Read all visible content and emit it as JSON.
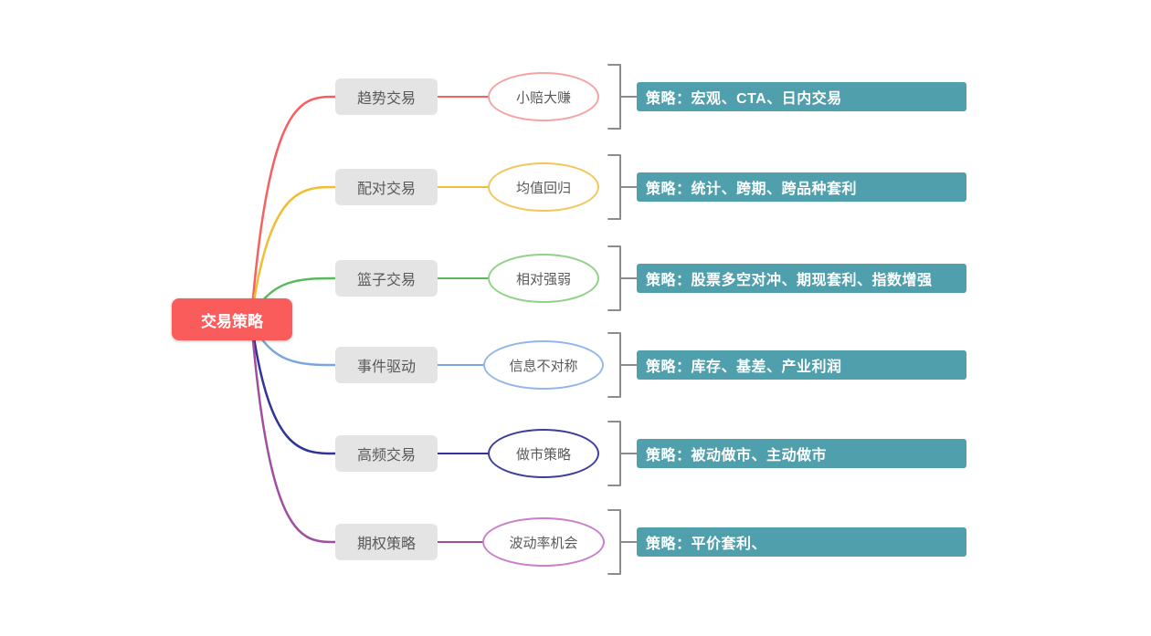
{
  "root": {
    "label": "交易策略",
    "color": "#fa5b5b"
  },
  "ui": {
    "background": "#ffffff",
    "topic_bg": "#e4e4e4",
    "topic_text_color": "#595959",
    "summary_bg": "#4f9fad",
    "summary_text_color": "#ffffff",
    "bracket_color": "#8c8c8c"
  },
  "branches": [
    {
      "label": "趋势交易",
      "color": "#f66060",
      "ellipse_label": "小赔大赚",
      "ellipse_color": "#f6a3a3",
      "summary": "策略：宏观、CTA、日内交易"
    },
    {
      "label": "配对交易",
      "color": "#f2bc33",
      "ellipse_label": "均值回归",
      "ellipse_color": "#f1c75b",
      "summary": "策略：统计、跨期、跨品种套利"
    },
    {
      "label": "篮子交易",
      "color": "#58b85c",
      "ellipse_label": "相对强弱",
      "ellipse_color": "#8fd285",
      "summary": "策略：股票多空对冲、期现套利、指数增强"
    },
    {
      "label": "事件驱动",
      "color": "#7aa6e0",
      "ellipse_label": "信息不对称",
      "ellipse_color": "#94b6ec",
      "summary": "策略：库存、基差、产业利润"
    },
    {
      "label": "高频交易",
      "color": "#32329b",
      "ellipse_label": "做市策略",
      "ellipse_color": "#3d3da0",
      "summary": "策略：被动做市、主动做市"
    },
    {
      "label": "期权策略",
      "color": "#a04fa0",
      "ellipse_label": "波动率机会",
      "ellipse_color": "#c97fc9",
      "summary": "策略：平价套利、"
    }
  ]
}
